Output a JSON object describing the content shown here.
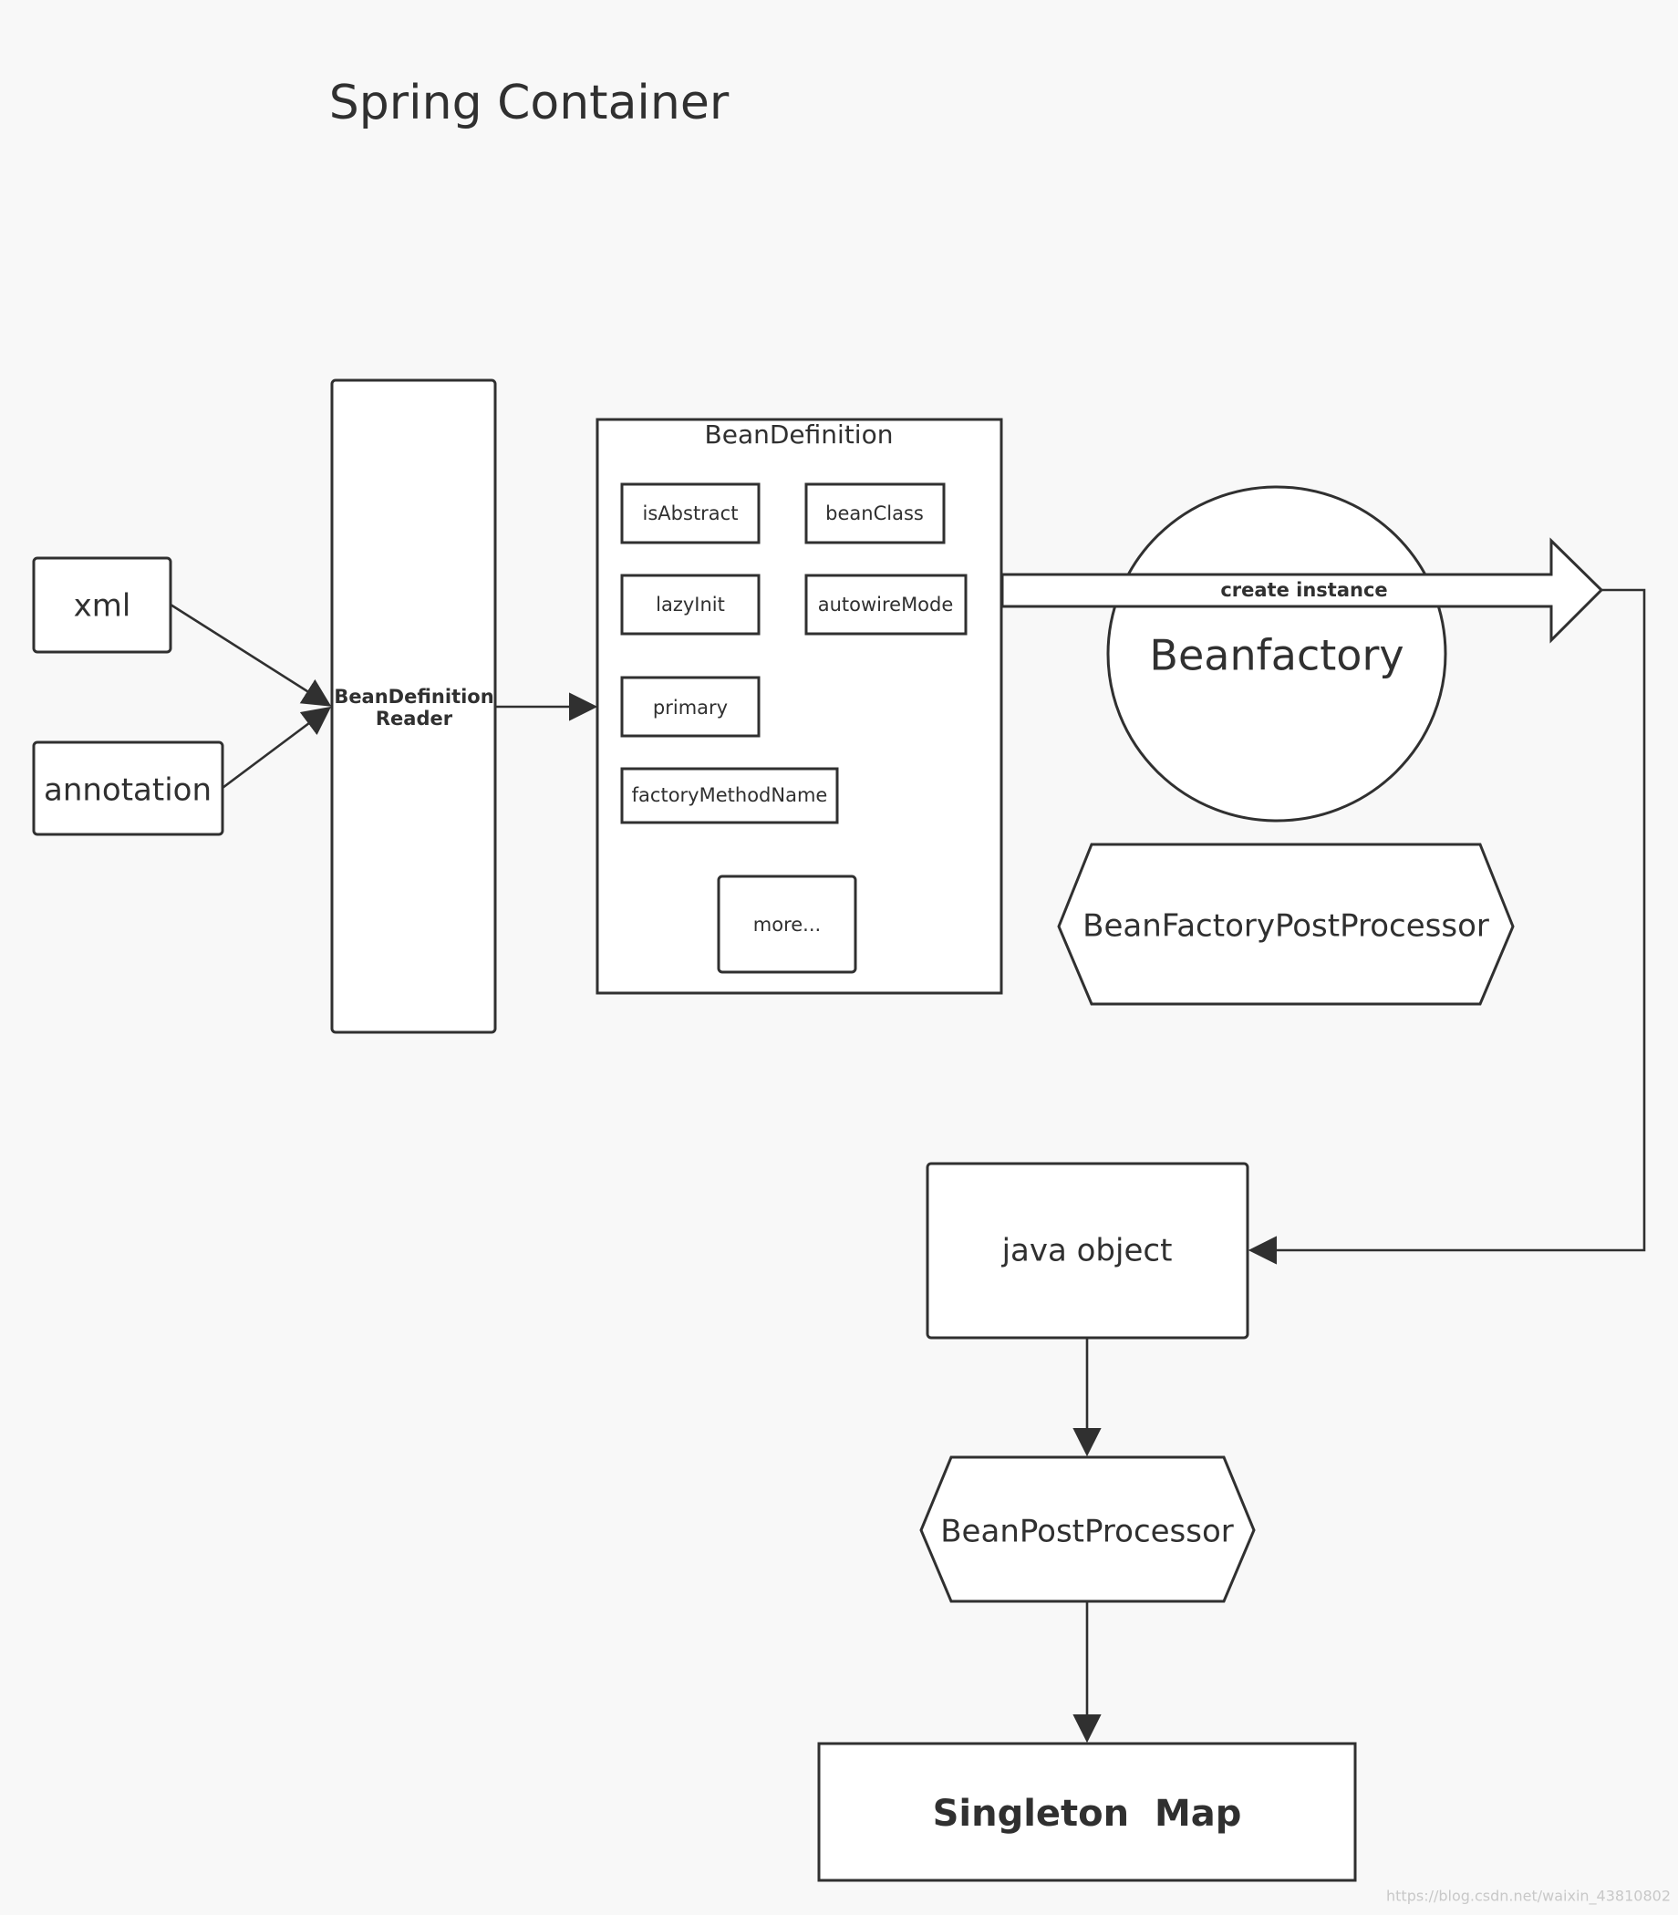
{
  "title": "Spring Container",
  "inputs": {
    "xml": "xml",
    "annotation": "annotation"
  },
  "reader": {
    "line1": "BeanDefinition",
    "line2": "Reader"
  },
  "bean_definition": {
    "title": "BeanDefinition",
    "fields": {
      "is_abstract": "isAbstract",
      "bean_class": "beanClass",
      "lazy_init": "lazyInit",
      "autowire_mode": "autowireMode",
      "primary": "primary",
      "factory_method_name": "factoryMethodName",
      "more": "more..."
    }
  },
  "bean_factory": "Beanfactory",
  "create_instance": "create instance",
  "bean_factory_post_processor": "BeanFactoryPostProcessor",
  "java_object": "java object",
  "bean_post_processor": "BeanPostProcessor",
  "singleton_map": "Singleton  Map",
  "watermark": "https://blog.csdn.net/waixin_43810802",
  "colors": {
    "background": "#f8f8f8",
    "stroke": "#303030",
    "fill": "#ffffff"
  }
}
